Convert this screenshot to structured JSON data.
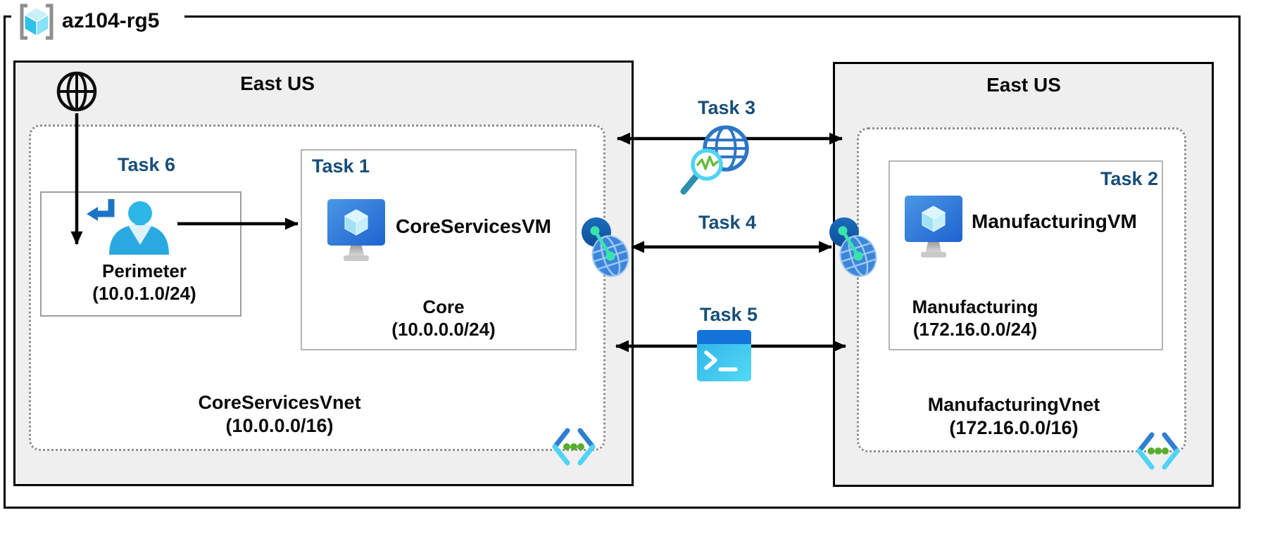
{
  "resource_group": {
    "name": "az104-rg5"
  },
  "left_region": {
    "title": "East US",
    "vnet": {
      "name": "CoreServicesVnet",
      "cidr": "(10.0.0.0/16)"
    },
    "task6_label": "Task 6",
    "perimeter_subnet": {
      "name": "Perimeter",
      "cidr": "(10.0.1.0/24)"
    },
    "task1_box": {
      "label": "Task 1",
      "vm_name": "CoreServicesVM",
      "subnet_name": "Core",
      "subnet_cidr": "(10.0.0.0/24)"
    }
  },
  "right_region": {
    "title": "East US",
    "vnet": {
      "name": "ManufacturingVnet",
      "cidr": "(172.16.0.0/16)"
    },
    "task2_box": {
      "label": "Task 2",
      "vm_name": "ManufacturingVM",
      "subnet_name": "Manufacturing",
      "subnet_cidr": "(172.16.0.0/24)"
    }
  },
  "connections": {
    "task3_label": "Task 3",
    "task4_label": "Task 4",
    "task5_label": "Task 5"
  },
  "icons": {
    "resource_group_icon": "azure-resource-group-brackets-cube",
    "internet_icon": "globe-internet",
    "perimeter_icon": "user-sign-in",
    "vm_icon": "azure-virtual-machine-monitor-cube",
    "peering_icon": "vnet-peering-globes",
    "task3_icon": "network-watcher-globe-magnifier",
    "task5_icon": "cloud-shell-terminal",
    "subnet_icon": "subnet-chevrons-dots"
  },
  "colors": {
    "task_label": "#174e79",
    "region_bg": "#efefef",
    "outline": "#000000",
    "vm_blue": "#2e7ad6",
    "cyan": "#45d0f5",
    "subnet_green": "#58ad2b",
    "peering_mint": "#3be2ae"
  }
}
